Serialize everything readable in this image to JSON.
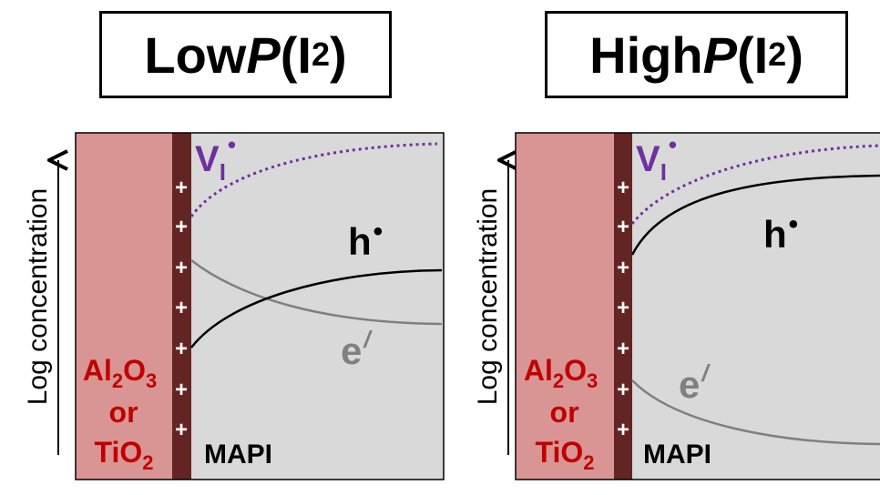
{
  "panels": [
    {
      "title": {
        "prefix": "Low ",
        "var": "P",
        "open": "(I",
        "sub": "2",
        "close": ")"
      },
      "ylabel": "Log concentration",
      "substrate": {
        "line1": [
          "Al",
          "2",
          "O",
          "3"
        ],
        "line2": "or",
        "line3": [
          "TiO",
          "2"
        ]
      },
      "material": "MAPI",
      "labels": {
        "vacancy": "V",
        "vacancy_sub": "I",
        "vacancy_charge": "•",
        "hole": "h",
        "hole_charge": "•",
        "electron": "e",
        "electron_charge": "/"
      },
      "charges": [
        "+",
        "+",
        "+",
        "+",
        "+",
        "+",
        "+"
      ]
    },
    {
      "title": {
        "prefix": "High ",
        "var": "P",
        "open": "(I",
        "sub": "2",
        "close": ")"
      },
      "ylabel": "Log concentration",
      "substrate": {
        "line1": [
          "Al",
          "2",
          "O",
          "3"
        ],
        "line2": "or",
        "line3": [
          "TiO",
          "2"
        ]
      },
      "material": "MAPI",
      "labels": {
        "vacancy": "V",
        "vacancy_sub": "I",
        "vacancy_charge": "•",
        "hole": "h",
        "hole_charge": "•",
        "electron": "e",
        "electron_charge": "/"
      },
      "charges": [
        "+",
        "+",
        "+",
        "+",
        "+",
        "+",
        "+"
      ]
    }
  ],
  "colors": {
    "substrate": "#d99594",
    "interface": "#632523",
    "mapi": "#d9d9d9",
    "vacancy": "#7030a0",
    "hole": "#000000",
    "electron": "#808080",
    "substrate_text": "#c00000"
  }
}
